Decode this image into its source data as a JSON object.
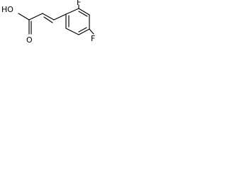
{
  "structure": {
    "atoms": {
      "hydroxyl": "HO",
      "carbonyl_oxygen": "O",
      "fluorine_top": "F",
      "fluorine_right": "F"
    },
    "colors": {
      "bond": "#000000",
      "text": "#000000",
      "background": "#ffffff"
    }
  }
}
